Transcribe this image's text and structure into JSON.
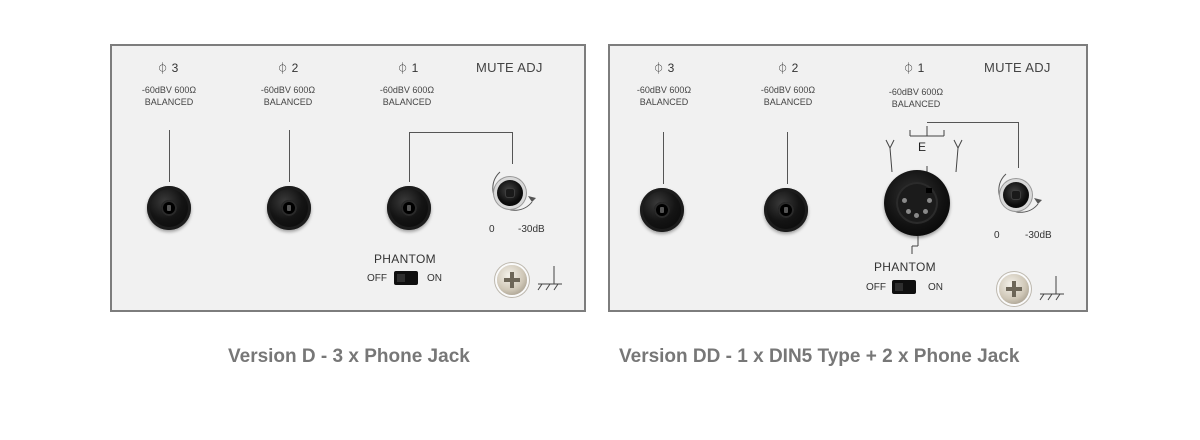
{
  "panel_d": {
    "io3_label": "3",
    "io2_label": "2",
    "io1_label": "1",
    "spec_line1": "-60dBV 600Ω",
    "spec_line2": "BALANCED",
    "mute_title": "MUTE ADJ",
    "scale_min": "0",
    "scale_max": "-30dB",
    "phantom_title": "PHANTOM",
    "switch_off": "OFF",
    "switch_on": "ON"
  },
  "panel_dd": {
    "io3_label": "3",
    "io2_label": "2",
    "io1_label": "1",
    "spec_line1": "-60dBV 600Ω",
    "spec_line2": "BALANCED",
    "mute_title": "MUTE ADJ",
    "din_letter": "E",
    "scale_min": "0",
    "scale_max": "-30dB",
    "phantom_title": "PHANTOM",
    "switch_off": "OFF",
    "switch_on": "ON"
  },
  "captions": {
    "version_d": "Version D - 3 x Phone Jack",
    "version_dd": "Version DD - 1 x DIN5 Type + 2 x Phone Jack"
  },
  "icons": {
    "io": "io-port-icon",
    "ground": "ground-icon",
    "rotation": "rotation-arrow-icon"
  }
}
